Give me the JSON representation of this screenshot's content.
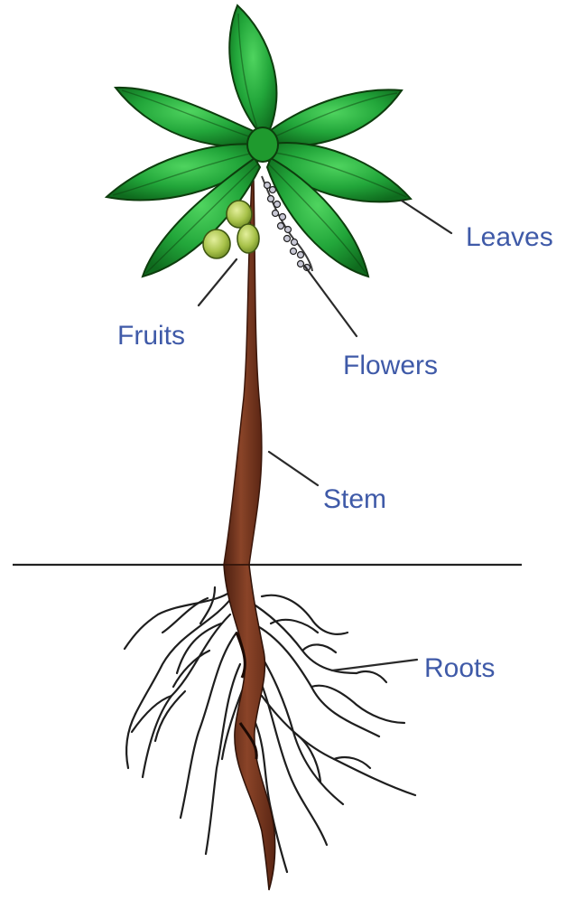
{
  "labels": {
    "leaves": "Leaves",
    "fruits": "Fruits",
    "flowers": "Flowers",
    "stem": "Stem",
    "roots": "Roots"
  },
  "colors": {
    "label_text": "#3f5aa8",
    "leaf_green": "#22a63a",
    "leaf_dark": "#0f6b1e",
    "stem_brown": "#7a3b22",
    "fruit_green": "#a8c24a",
    "ground_line": "#222222"
  }
}
